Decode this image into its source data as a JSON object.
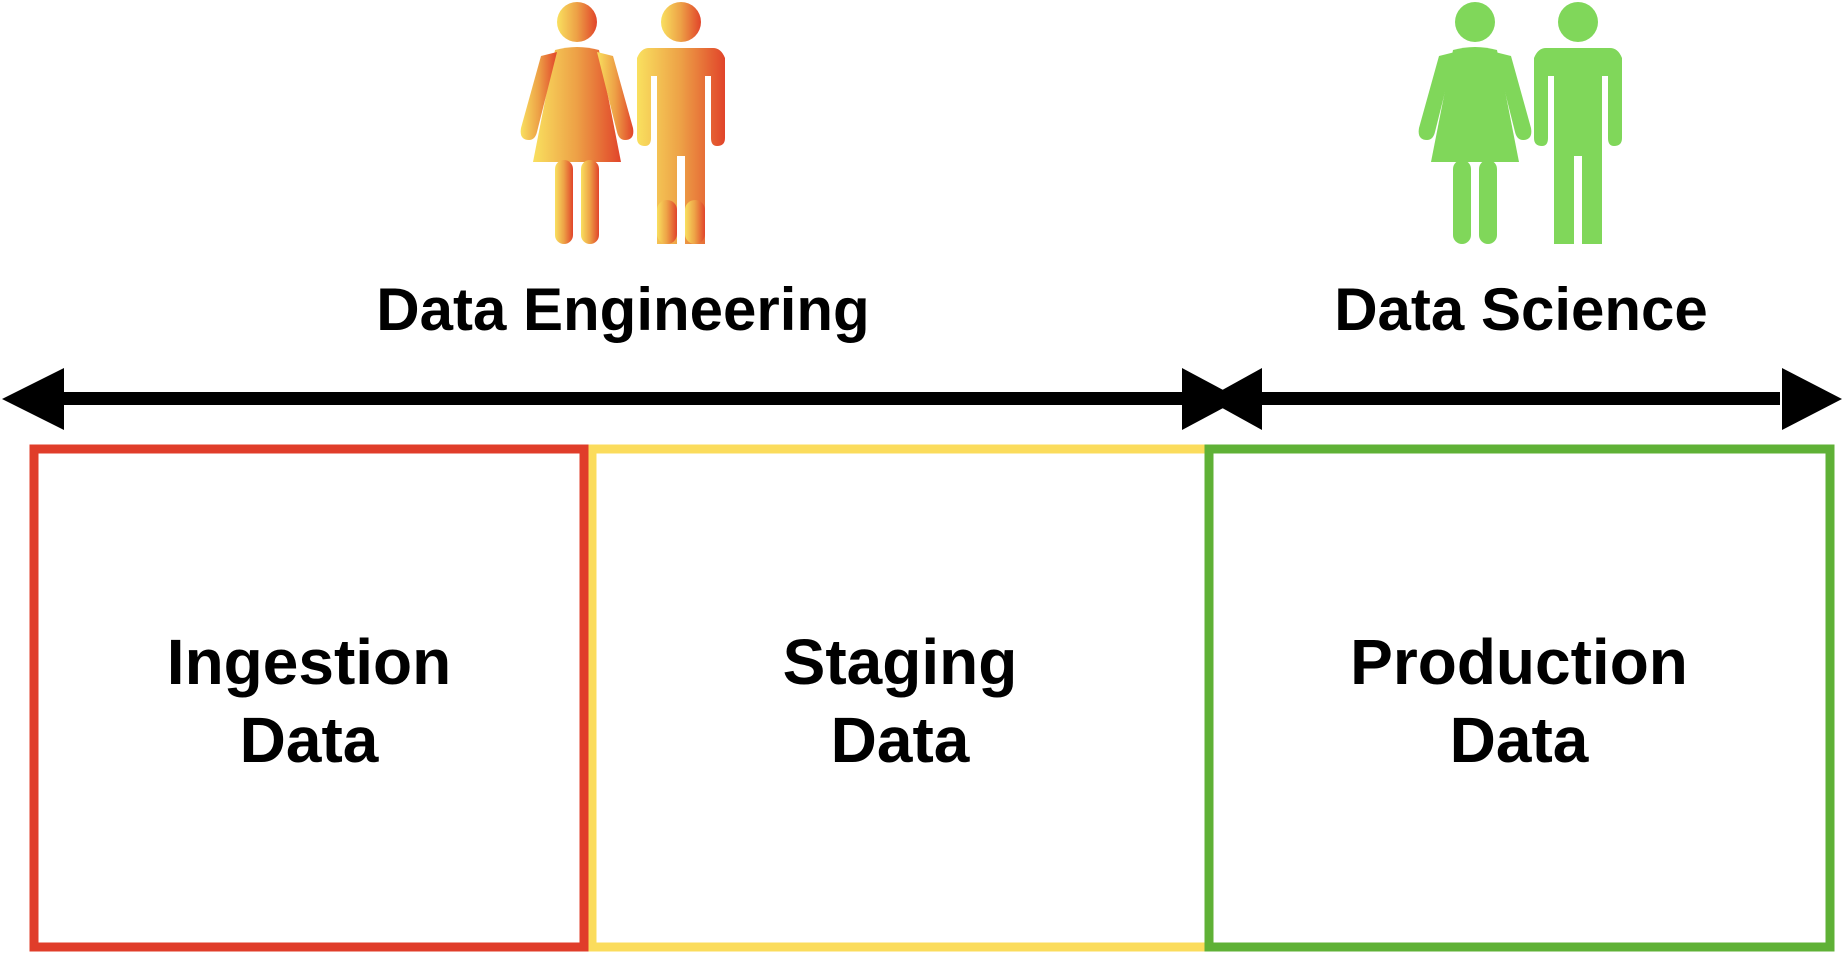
{
  "roles": [
    {
      "label": "Data Engineering",
      "icon": "people-icon",
      "gradient_start": "#f9e05f",
      "gradient_mid": "#eda046",
      "gradient_end": "#e1442a"
    },
    {
      "label": "Data Science",
      "icon": "people-icon",
      "color": "#80d75a"
    }
  ],
  "arrow_color": "#000000",
  "zones": [
    {
      "line1": "Ingestion",
      "line2": "Data",
      "color": "#e03d2a"
    },
    {
      "line1": "Staging",
      "line2": "Data",
      "color": "#fbdc5c"
    },
    {
      "line1": "Production",
      "line2": "Data",
      "color": "#5fb136"
    }
  ]
}
